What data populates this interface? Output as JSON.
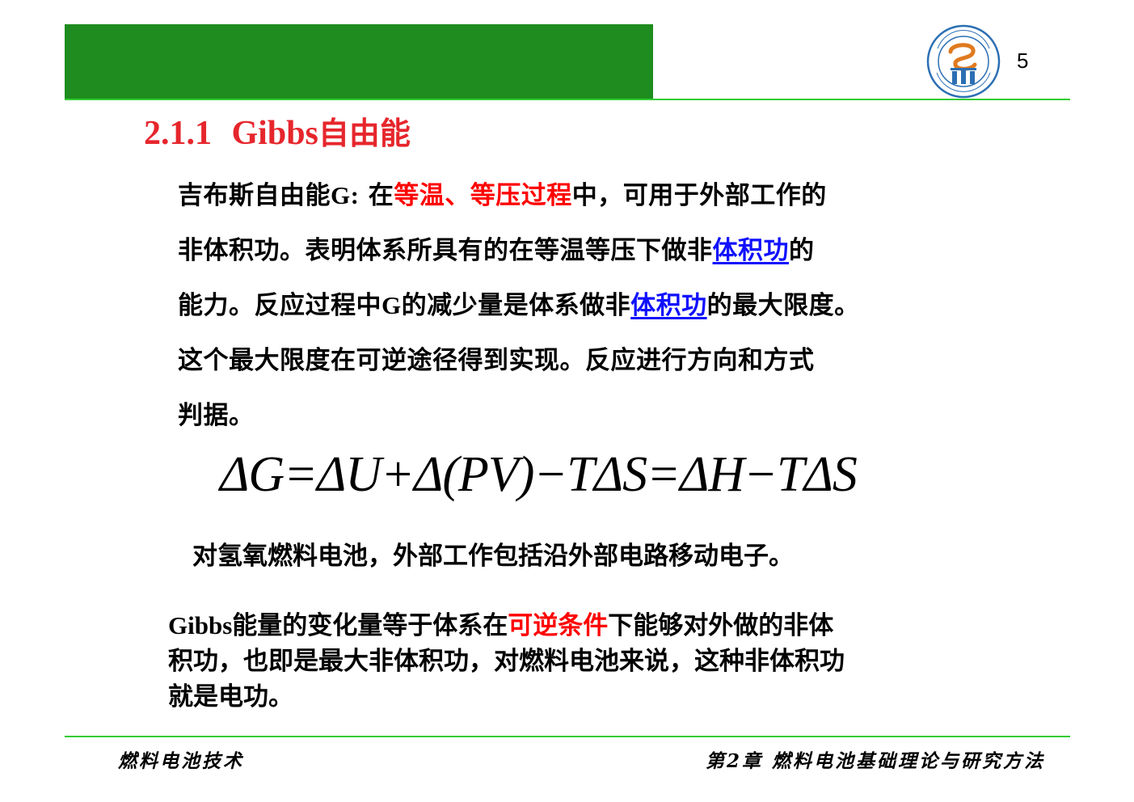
{
  "header": {
    "page_number": "5",
    "bar_color": "#1e8c1e",
    "rule_color": "#33cc33"
  },
  "section": {
    "number": "2.1.1",
    "title_latin": "Gibbs",
    "title_cjk": "自由能"
  },
  "paragraph": {
    "line1_a": "吉布斯自由能",
    "line1_b": "G:",
    "line1_c": " 在",
    "line1_d": "等温、等压过程",
    "line1_e": "中，可用于外部工作的",
    "line2_a": "非体积功。表明体系所具有的在等温等压下做非",
    "line2_link": "体积功",
    "line2_b": "的",
    "line3_a": "能力。反应过程中",
    "line3_b": "G",
    "line3_c": "的减少量是体系做非",
    "line3_link": "体积功",
    "line3_d": "的最大限度。",
    "line4": "这个最大限度在可逆途径得到实现。反应进行方向和方式",
    "line5": "判据。"
  },
  "formula": "ΔG=ΔU+Δ(PV)−TΔS=ΔH−TΔS",
  "note": "对氢氧燃料电池，外部工作包括沿外部电路移动电子。",
  "conclusion": {
    "line1_a": "Gibbs",
    "line1_b": "能量的变化量等于体系在",
    "line1_red": "可逆条件",
    "line1_c": "下能够对外做的非体",
    "line2": "积功，也即是最大非体积功，对燃料电池来说，这种非体积功",
    "line3": "就是电功。"
  },
  "footer": {
    "left": "燃料电池技术",
    "right": "第2章 燃料电池基础理论与研究方法"
  },
  "colors": {
    "title": "#e6262c",
    "highlight": "#ff0000",
    "link": "#1010ff"
  }
}
